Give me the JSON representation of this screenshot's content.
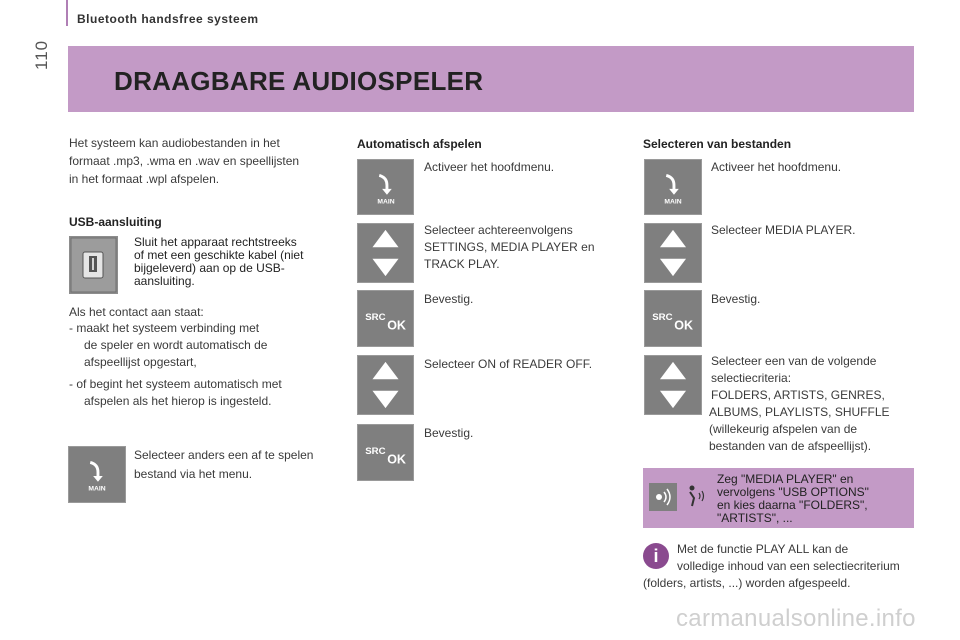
{
  "header": {
    "page_number": "110",
    "section_title": "Bluetooth handsfree systeem"
  },
  "banner": {
    "title": "DRAAGBARE AUDIOSPELER"
  },
  "col1": {
    "intro": [
      "Het systeem kan audiobestanden in het",
      "formaat .mp3, .wma en .wav en speellijsten",
      "in het formaat .wpl afspelen."
    ],
    "usb_heading": "USB-aansluiting",
    "usb_text": [
      "Sluit het apparaat rechtstreeks",
      "of met een geschikte kabel (niet",
      "bijgeleverd) aan op de USB-",
      "aansluiting."
    ],
    "contact_intro": "Als het contact aan staat:",
    "bullet1": [
      "-  maakt het systeem verbinding met",
      "de speler en wordt automatisch de",
      "afspeellijst opgestart,"
    ],
    "bullet2": [
      "-  of begint het systeem automatisch met",
      "afspelen als het hierop is ingesteld."
    ],
    "menu_text": [
      "Selecteer anders een af te spelen",
      "bestand via het menu."
    ]
  },
  "col2": {
    "heading": "Automatisch afspelen",
    "step1": "Activeer het hoofdmenu.",
    "step2": [
      "Selecteer achtereenvolgens",
      "SETTINGS, MEDIA PLAYER en",
      "TRACK PLAY."
    ],
    "step3": "Bevestig.",
    "step4": "Selecteer ON of READER OFF.",
    "step5": "Bevestig."
  },
  "col3": {
    "heading": "Selecteren van bestanden",
    "step1": "Activeer het hoofdmenu.",
    "step2": "Selecteer MEDIA PLAYER.",
    "step3": "Bevestig.",
    "step4": [
      "Selecteer een van de volgende",
      "selectiecriteria:",
      "FOLDERS, ARTISTS, GENRES,",
      "ALBUMS, PLAYLISTS, SHUFFLE",
      "(willekeurig afspelen van de",
      "bestanden van de afspeellijst)."
    ],
    "voice_tip": [
      "Zeg \"MEDIA PLAYER\" en",
      "vervolgens \"USB OPTIONS\"",
      "en kies daarna \"FOLDERS\",",
      "\"ARTISTS\", ..."
    ],
    "info_icon_letter": "i",
    "info_text": [
      "Met de functie PLAY ALL kan de",
      "volledige inhoud van een selectiecriterium",
      "(folders, artists, ...) worden afgespeeld."
    ]
  },
  "buttons": {
    "main_label": "MAIN",
    "src_label": "SRC",
    "ok_label": "OK"
  },
  "watermark": "carmanualsonline.info",
  "colors": {
    "banner": "#c39ac6",
    "button": "#7f7f7f",
    "info": "#8a4a8f"
  }
}
